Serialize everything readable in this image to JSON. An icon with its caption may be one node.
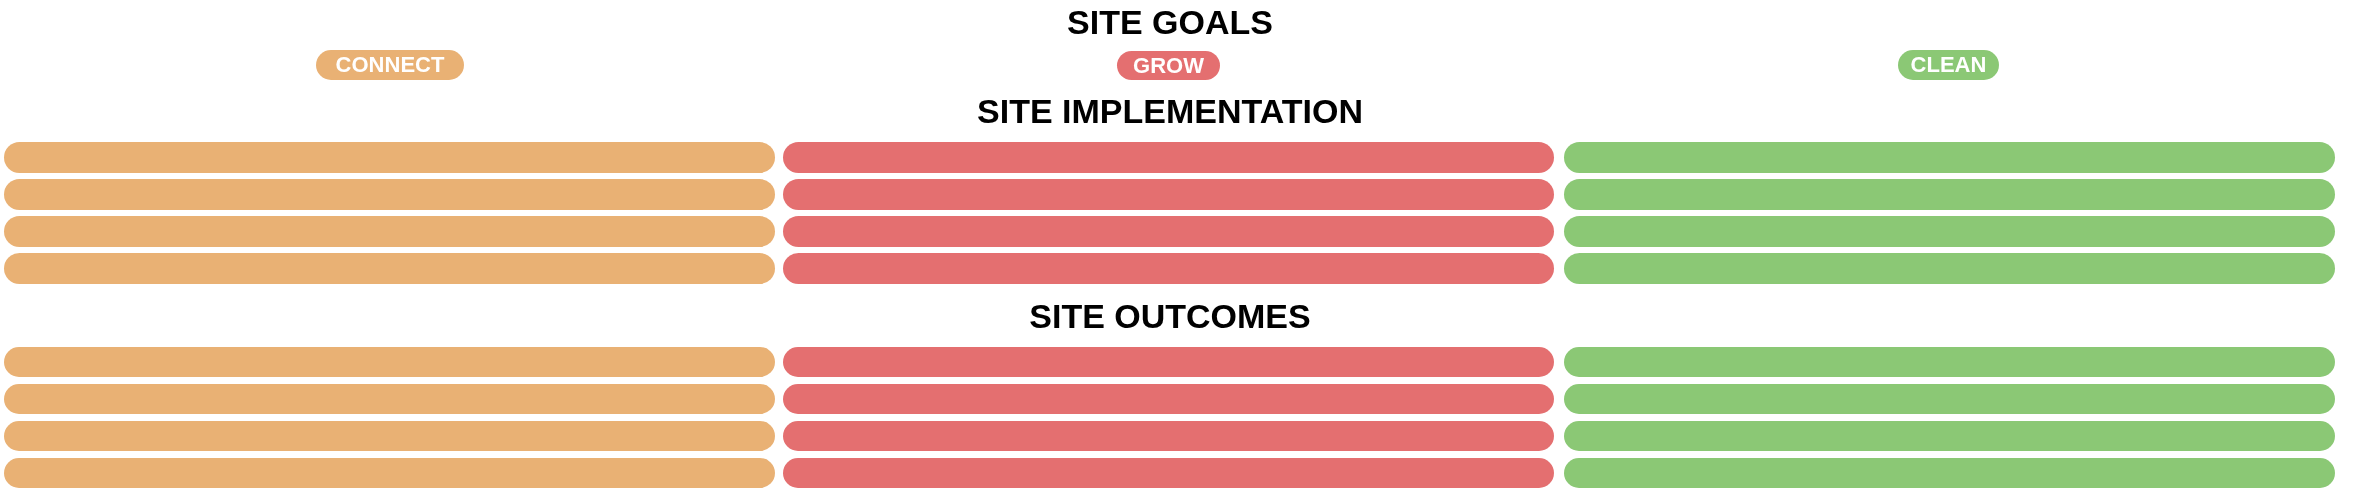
{
  "diagram": {
    "title": "SITE GOALS",
    "nodes": [
      {
        "text": [
          "CONNECT"
        ]
      },
      {
        "text": [
          "GROW"
        ]
      },
      {
        "text": [
          "CLEAN"
        ]
      },
      {
        "text": [],
        "shape": "bar"
      },
      {
        "text": [],
        "shape": "bar"
      },
      {
        "text": [],
        "shape": "bar"
      },
      {
        "text": [],
        "shape": "bar"
      },
      {
        "text": [],
        "shape": "bar"
      },
      {
        "text": [],
        "shape": "bar"
      },
      {
        "text": [],
        "shape": "bar"
      },
      {
        "text": [],
        "shape": "bar"
      },
      {
        "text": [],
        "shape": "bar"
      },
      {
        "text": [],
        "shape": "bar"
      },
      {
        "text": [],
        "shape": "bar"
      },
      {
        "text": [],
        "shape": "bar"
      },
      {
        "text": [],
        "shape": "bar"
      },
      {
        "text": [],
        "shape": "bar"
      },
      {
        "text": [],
        "shape": "bar"
      },
      {
        "text": [],
        "shape": "bar"
      },
      {
        "text": [],
        "shape": "bar"
      },
      {
        "text": [],
        "shape": "bar"
      },
      {
        "text": [],
        "shape": "bar"
      },
      {
        "text": [],
        "shape": "bar"
      },
      {
        "text": [],
        "shape": "bar"
      },
      {
        "text": [],
        "shape": "bar"
      },
      {
        "text": [],
        "shape": "bar"
      },
      {
        "text": [],
        "shape": "bar"
      }
    ],
    "labels": [
      "SITE IMPLEMENTATION",
      "SITE OUTCOMES"
    ]
  }
}
